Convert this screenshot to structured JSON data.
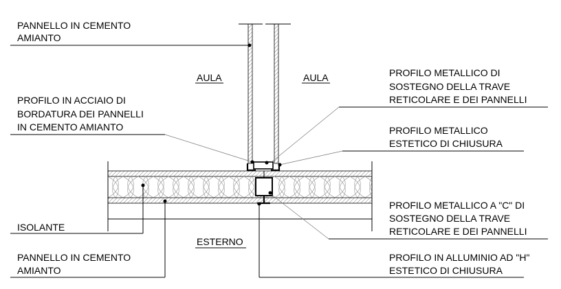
{
  "labels": {
    "top_panel": [
      "PANNELLO IN CEMENTO",
      "AMIANTO"
    ],
    "aula_left": "AULA",
    "aula_right": "AULA",
    "steel_profile": [
      "PROFILO IN ACCIAIO DI",
      "BORDATURA DEI PANNELLI",
      "IN CEMENTO AMIANTO"
    ],
    "metal_support": [
      "PROFILO METALLICO DI",
      "SOSTEGNO DELLA TRAVE",
      "RETICOLARE E DEI PANNELLI"
    ],
    "metal_closure": [
      "PROFILO METALLICO",
      "ESTETICO DI CHIUSURA"
    ],
    "insulation": "ISOLANTE",
    "outside": "ESTERNO",
    "bottom_panel": [
      "PANNELLO IN CEMENTO",
      "AMIANTO"
    ],
    "c_profile": [
      "PROFILO METALLICO A \"C\" DI",
      "SOSTEGNO DELLA TRAVE",
      "RETICOLARE E DEI PANNELLI"
    ],
    "h_profile": [
      "PROFILO IN ALLUMINIO AD \"H\"",
      "ESTETICO DI CHIUSURA"
    ]
  }
}
